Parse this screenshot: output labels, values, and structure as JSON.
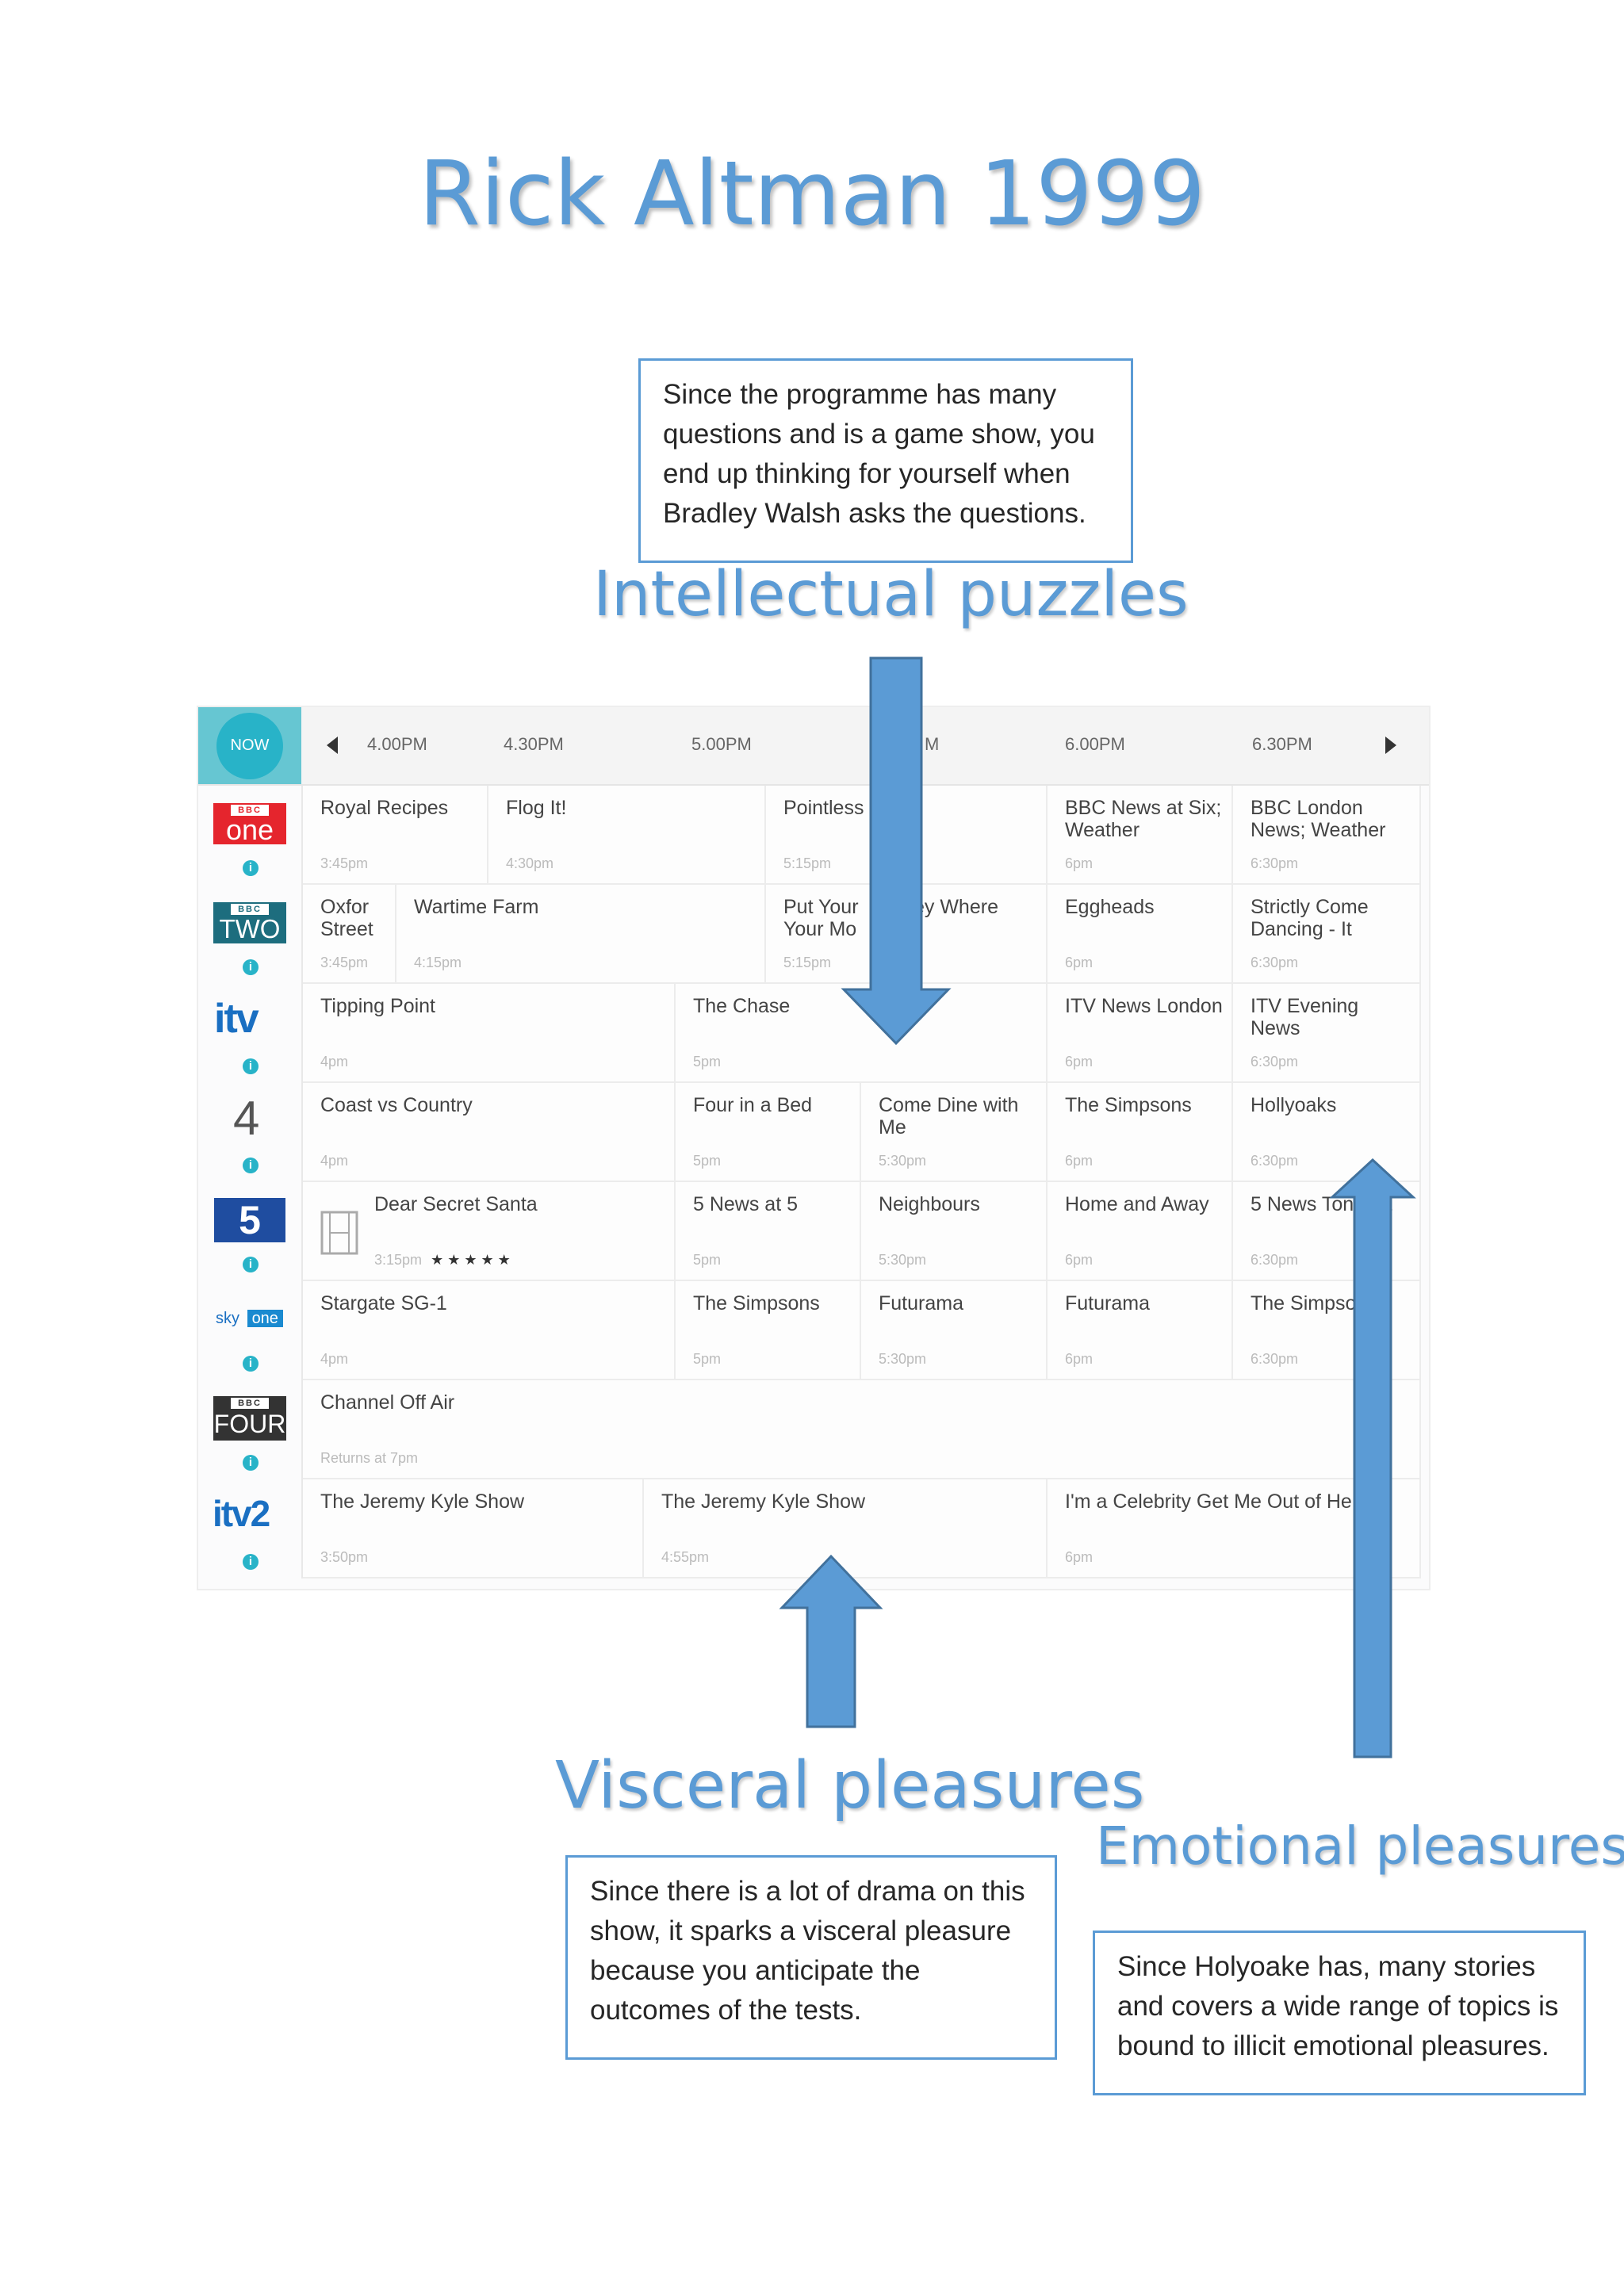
{
  "title": "Rick Altman 1999",
  "sections": {
    "intellectual": {
      "heading": "Intellectual puzzles",
      "text": "Since the programme has many questions and is a game show, you end up thinking for yourself when Bradley Walsh asks the questions."
    },
    "visceral": {
      "heading": "Visceral pleasures",
      "text": "Since there is a lot of drama on this show, it sparks a visceral pleasure because you anticipate the outcomes of the tests."
    },
    "emotional": {
      "heading": "Emotional pleasures",
      "text": "Since Holyoake has, many stories and covers a wide range of topics is bound to illicit emotional pleasures."
    }
  },
  "guide": {
    "now_label": "NOW",
    "times": [
      "4.00PM",
      "4.30PM",
      "5.00PM",
      "M",
      "6.00PM",
      "6.30PM"
    ],
    "logos": {
      "bbc_one": {
        "top": "BBC",
        "main": "one"
      },
      "bbc_two": {
        "top": "BBC",
        "main": "TWO"
      },
      "itv": {
        "main": "itv"
      },
      "ch4": {
        "main": "4"
      },
      "ch5": {
        "main": "5"
      },
      "sky_one": {
        "sky": "sky",
        "one": "one"
      },
      "bbc_four": {
        "top": "BBC",
        "main": "FOUR"
      },
      "itv2": {
        "main": "itv2"
      }
    },
    "info_glyph": "i",
    "stars": "★ ★ ★ ★ ★",
    "rows": [
      [
        {
          "title": "Royal Recipes",
          "time": "3:45pm"
        },
        {
          "title": "Flog It!",
          "time": "4:30pm"
        },
        {
          "title": "Pointless",
          "time": "5:15pm"
        },
        {
          "title": "BBC News at Six; Weather",
          "time": "6pm"
        },
        {
          "title": "BBC London News; Weather",
          "time": "6:30pm"
        }
      ],
      [
        {
          "title": "Oxfor Street",
          "time": "3:45pm"
        },
        {
          "title": "Wartime Farm",
          "time": "4:15pm"
        },
        {
          "title": "Put Your          ey Where Your Mo",
          "time": "5:15pm"
        },
        {
          "title": "Eggheads",
          "time": "6pm"
        },
        {
          "title": "Strictly Come Dancing - It",
          "time": "6:30pm"
        }
      ],
      [
        {
          "title": "Tipping Point",
          "time": "4pm"
        },
        {
          "title": "The Chase",
          "time": "5pm"
        },
        {
          "title": "ITV News London",
          "time": "6pm"
        },
        {
          "title": "ITV Evening News",
          "time": "6:30pm"
        }
      ],
      [
        {
          "title": "Coast vs Country",
          "time": "4pm"
        },
        {
          "title": "Four in a Bed",
          "time": "5pm"
        },
        {
          "title": "Come Dine with Me",
          "time": "5:30pm"
        },
        {
          "title": "The Simpsons",
          "time": "6pm"
        },
        {
          "title": "Hollyoaks",
          "time": "6:30pm"
        }
      ],
      [
        {
          "title": "Dear Secret Santa",
          "time": "3:15pm"
        },
        {
          "title": "5 News at 5",
          "time": "5pm"
        },
        {
          "title": "Neighbours",
          "time": "5:30pm"
        },
        {
          "title": "Home and Away",
          "time": "6pm"
        },
        {
          "title": "5 News Ton      t",
          "time": "6:30pm"
        }
      ],
      [
        {
          "title": "Stargate SG-1",
          "time": "4pm"
        },
        {
          "title": "The Simpsons",
          "time": "5pm"
        },
        {
          "title": "Futurama",
          "time": "5:30pm"
        },
        {
          "title": "Futurama",
          "time": "6pm"
        },
        {
          "title": "The Simpso",
          "time": "6:30pm"
        }
      ],
      [
        {
          "title": "Channel Off Air",
          "time": "Returns at 7pm"
        }
      ],
      [
        {
          "title": "The Jeremy Kyle Show",
          "time": "3:50pm"
        },
        {
          "title": "The Jeremy Kyle Show",
          "time": "4:55pm"
        },
        {
          "title": "I'm a Celebrity Get Me Out of Here!",
          "time": "6pm"
        }
      ]
    ]
  },
  "colors": {
    "accent": "#5b9bd5",
    "arrow_fill": "#5b9bd5",
    "arrow_stroke": "#41719c",
    "now_bg": "#28b3c8"
  },
  "icons": [
    "left-triangle-icon",
    "right-triangle-icon",
    "info-icon",
    "film-icon",
    "arrow-down-icon",
    "arrow-up-icon"
  ]
}
